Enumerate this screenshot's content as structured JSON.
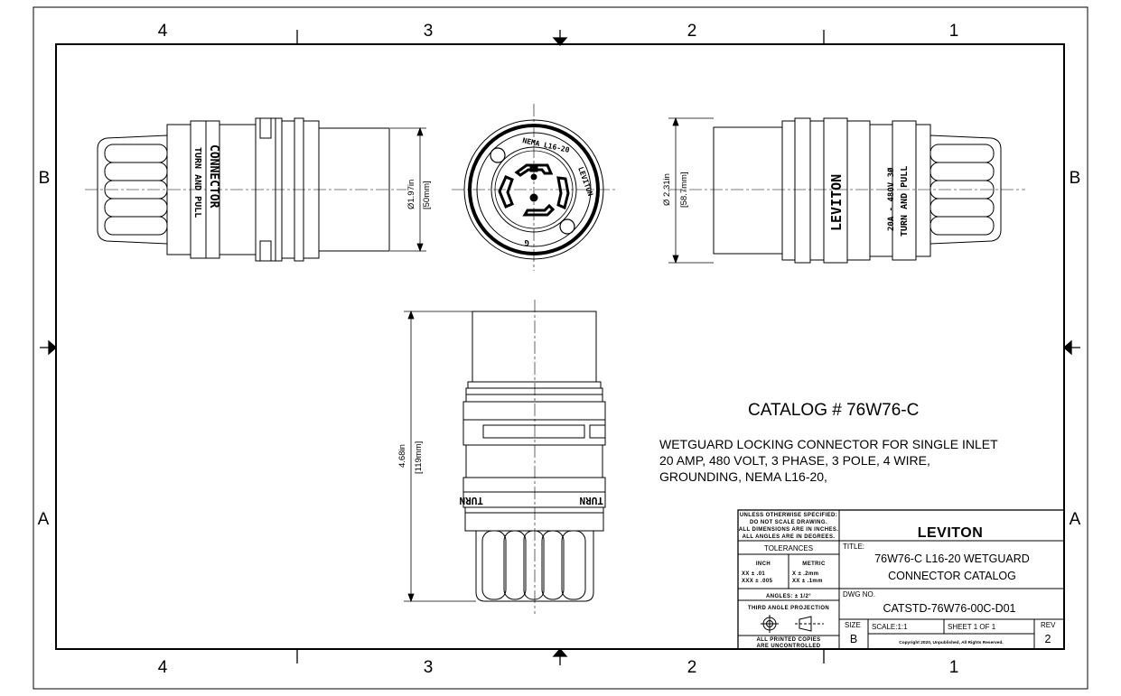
{
  "zones": {
    "columns": [
      "4",
      "3",
      "2",
      "1"
    ],
    "rows": [
      "B",
      "A"
    ]
  },
  "views": {
    "left_engraving_1": "CONNECTOR",
    "left_engraving_2": "TURN AND PULL",
    "right_engraving_brand": "LEVITON",
    "right_engraving_rating": "20A - 480V 3Ø",
    "right_engraving_2": "TURN AND PULL",
    "face_label_top": "NEMA L16-20",
    "face_label_right": "LEVITON",
    "face_label_bottom": "G",
    "bottom_label": "TURN"
  },
  "dimensions": {
    "left_dia_in": "Ø1.97in",
    "left_dia_mm": "[50mm]",
    "right_dia_in": "Ø 2.31in",
    "right_dia_mm": "[58.7mm]",
    "length_in": "4.68in",
    "length_mm": "[119mm]"
  },
  "catalog": {
    "title": "CATALOG # 76W76-C",
    "description": [
      "WETGUARD LOCKING CONNECTOR FOR SINGLE INLET",
      "20 AMP, 480 VOLT, 3 PHASE, 3 POLE, 4 WIRE,",
      "GROUNDING, NEMA L16-20,"
    ]
  },
  "title_block": {
    "notes": [
      "UNLESS OTHERWISE SPECIFIED:",
      "DO NOT SCALE DRAWING.",
      "ALL DIMENSIONS ARE IN INCHES.",
      "ALL ANGLES ARE IN DEGREES."
    ],
    "tolerances_header": "TOLERANCES",
    "inch_header": "INCH",
    "inch_rows": [
      "XX    ± .01",
      "XXX  ± .005"
    ],
    "metric_header": "METRIC",
    "metric_rows": [
      "X     ± .2mm",
      "XX   ± .1mm"
    ],
    "angles": "ANGLES: ± 1/2°",
    "projection": "THIRD ANGLE PROJECTION",
    "printed_copies_1": "ALL PRINTED COPIES",
    "printed_copies_2": "ARE UNCONTROLLED",
    "brand": "LEVITON",
    "title_label": "TITLE:",
    "title_line1": "76W76-C L16-20 WETGUARD",
    "title_line2": "CONNECTOR CATALOG",
    "dwg_label": "DWG NO.",
    "dwg_no": "CATSTD-76W76-00C-D01",
    "size_label": "SIZE",
    "size": "B",
    "scale": "SCALE:1:1",
    "sheet": "SHEET 1 OF 1",
    "rev_label": "REV",
    "rev": "2",
    "copyright": "Copyright 2020, Unpublished, All Rights Reserved."
  }
}
